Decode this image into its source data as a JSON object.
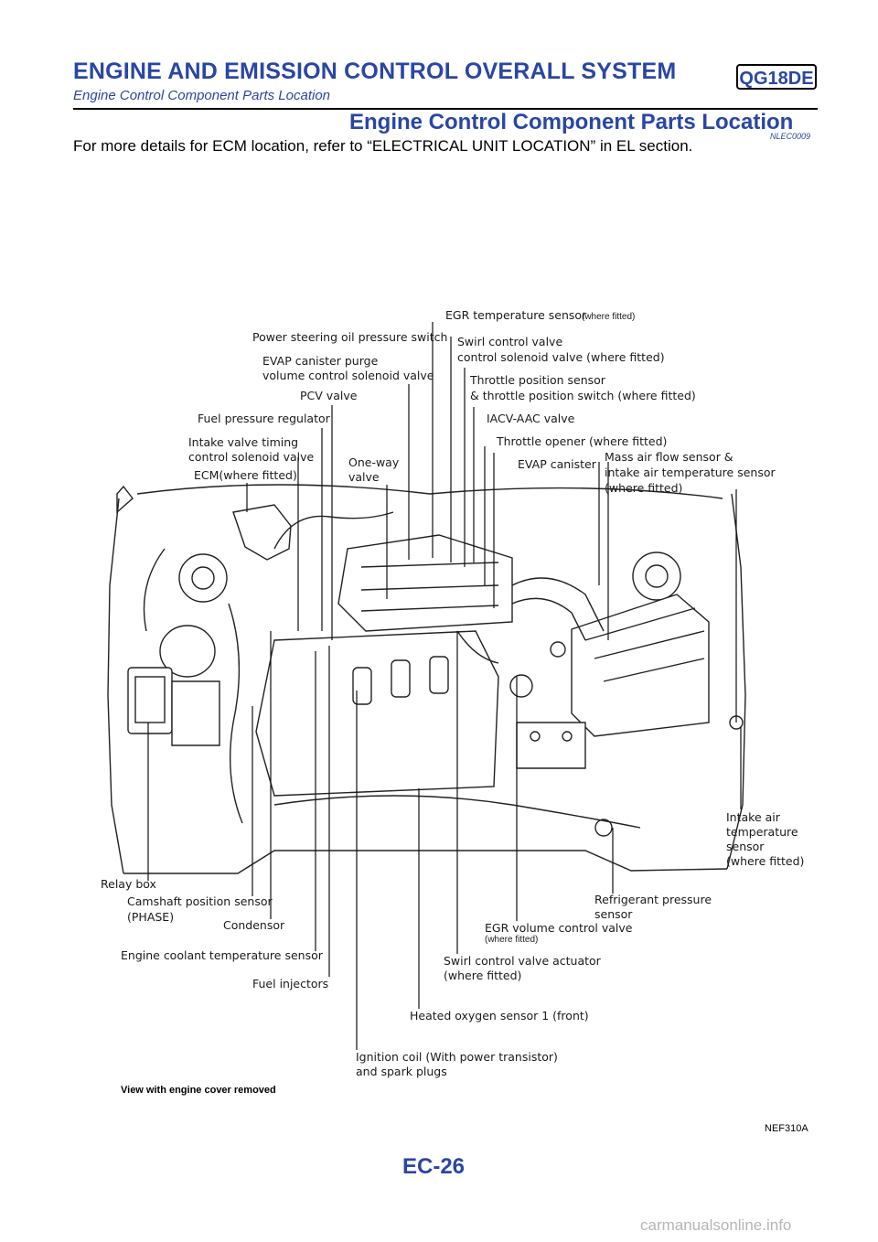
{
  "header": {
    "title": "ENGINE AND EMISSION CONTROL OVERALL SYSTEM",
    "badge": "QG18DE",
    "subtitle": "Engine Control Component Parts Location"
  },
  "section": {
    "title": "Engine Control Component Parts Location",
    "code": "NLEC0009",
    "intro": "For more details for ECM location, refer to “ELECTRICAL UNIT LOCATION” in EL section."
  },
  "labels": {
    "egr_temp_sensor": "EGR temperature sensor",
    "egr_temp_sensor_note": "(where fitted)",
    "ps_oil_pressure_switch": "Power steering oil pressure switch",
    "swirl_solenoid_1": "Swirl control valve",
    "swirl_solenoid_2": "control solenoid valve (where fitted)",
    "evap_purge_1": "EVAP canister purge",
    "evap_purge_2": "volume control solenoid valve",
    "throttle_pos_1": "Throttle position sensor",
    "throttle_pos_2": "& throttle position switch (where fitted)",
    "pcv_valve": "PCV valve",
    "iacv_aac": "IACV-AAC valve",
    "fuel_pressure_regulator": "Fuel pressure regulator",
    "throttle_opener": "Throttle opener (where fitted)",
    "ivt_1": "Intake valve timing",
    "ivt_2": "control solenoid valve",
    "one_way_1": "One-way",
    "one_way_2": "valve",
    "evap_canister": "EVAP canister",
    "maf_1": "Mass air flow sensor &",
    "maf_2": "intake air temperature sensor",
    "maf_3": "(where fitted)",
    "ecm": "ECM(where fitted)",
    "relay_box": "Relay box",
    "camshaft_1": "Camshaft position sensor",
    "camshaft_2": "(PHASE)",
    "condensor": "Condensor",
    "coolant_temp": "Engine coolant temperature sensor",
    "fuel_injectors": "Fuel injectors",
    "heated_o2": "Heated oxygen sensor 1 (front)",
    "ignition_1": "Ignition coil (With power transistor)",
    "ignition_2": "and spark plugs",
    "swirl_actuator_1": "Swirl control valve actuator",
    "swirl_actuator_2": "(where fitted)",
    "egr_volume": "EGR volume control valve",
    "egr_volume_note": "(where fitted)",
    "refrigerant_1": "Refrigerant pressure",
    "refrigerant_2": "sensor",
    "intake_air_1": "Intake air",
    "intake_air_2": "temperature",
    "intake_air_3": "sensor",
    "intake_air_4": "(where fitted)"
  },
  "caption": "View with engine cover removed",
  "figure_code": "NEF310A",
  "page_number": "EC-26",
  "watermark": "carmanualsonline.info"
}
